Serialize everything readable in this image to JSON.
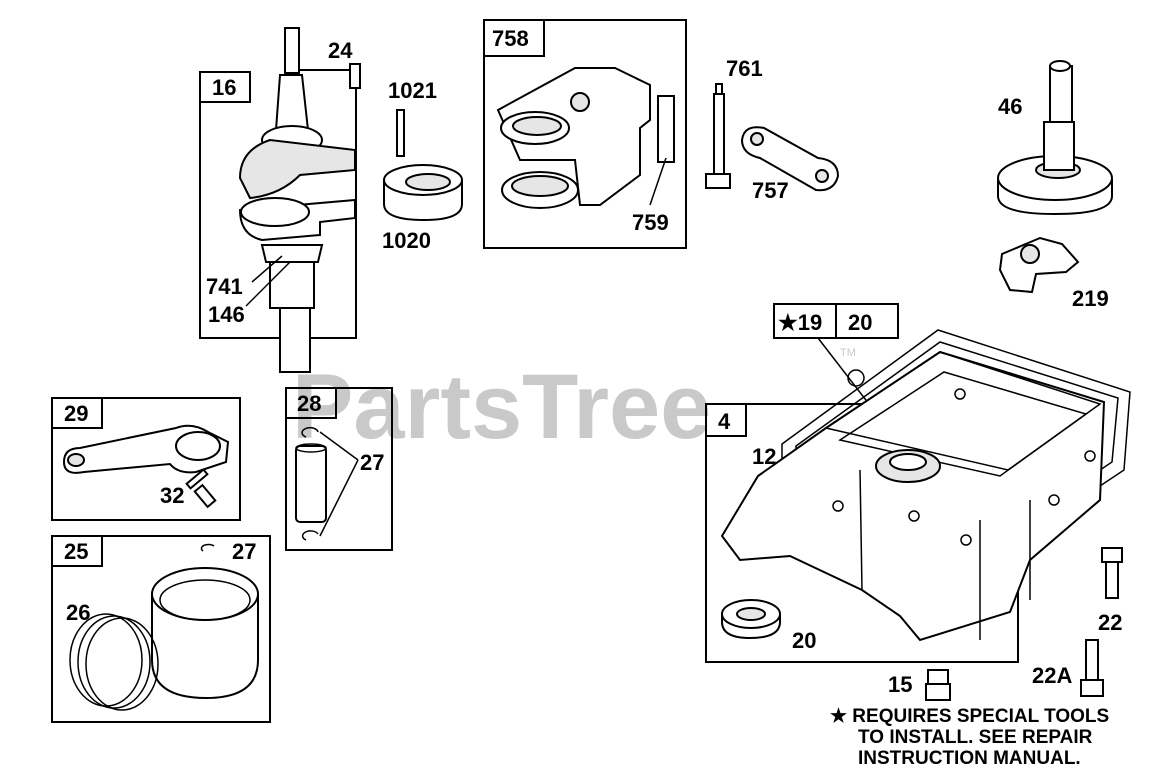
{
  "watermark": {
    "text": "PartsTree",
    "trademark": "TM"
  },
  "group_boxes": {
    "box_16": "16",
    "box_758": "758",
    "box_29": "29",
    "box_28": "28",
    "box_25": "25",
    "box_4": "4",
    "box_19": "★19",
    "box_20": "20"
  },
  "part_labels": {
    "p24": "24",
    "p1021": "1021",
    "p1020": "1020",
    "p741": "741",
    "p146": "146",
    "p759": "759",
    "p761": "761",
    "p757": "757",
    "p46": "46",
    "p219": "219",
    "p27a": "27",
    "p32": "32",
    "p27b": "27",
    "p26": "26",
    "p12": "12",
    "p20": "20",
    "p22": "22",
    "p22a": "22A",
    "p15": "15"
  },
  "footnote": {
    "line1": "★ REQUIRES SPECIAL TOOLS",
    "line2": "TO INSTALL.  SEE REPAIR",
    "line3": "INSTRUCTION MANUAL."
  }
}
